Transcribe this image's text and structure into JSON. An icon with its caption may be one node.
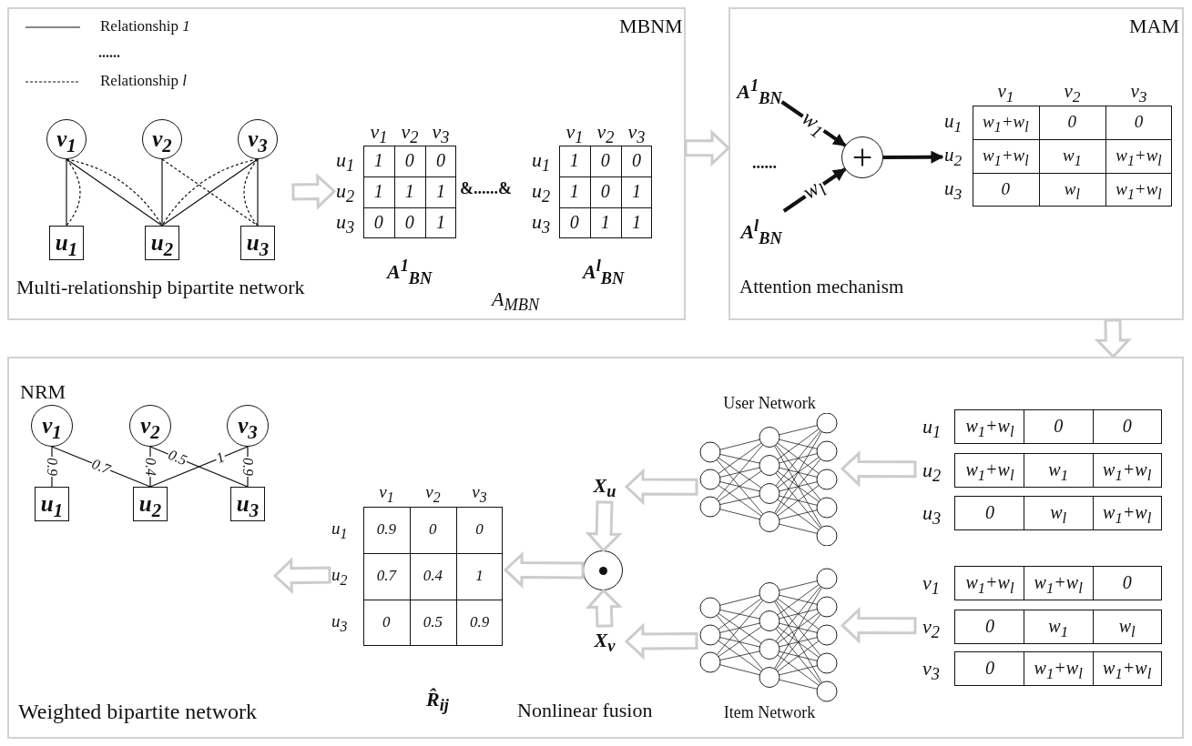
{
  "diagram": {
    "nodes": [
      {
        "text": [
          "MBNM"
        ]
      },
      {
        "text": [
          "MAM"
        ]
      },
      {
        "text": [
          "NRM"
        ]
      },
      {
        "text": [
          "v$_{1}$"
        ],
        "in": 0
      },
      {
        "text": [
          "v$_{2}$"
        ],
        "in": 0
      },
      {
        "text": [
          "v$_{3}$"
        ],
        "in": 0
      },
      {
        "text": [
          "u$_{1}$"
        ],
        "in": 0
      },
      {
        "text": [
          "u$_{2}$"
        ],
        "in": 0
      },
      {
        "text": [
          "u$_{3}$"
        ],
        "in": 0
      },
      {
        "text": [
          "v$_{1}$",
          "v$_{2}$",
          "v$_{3}$",
          "u$_{1}$",
          "1",
          "0",
          "0",
          "u$_{2}$",
          "1",
          "1",
          "1",
          "u$_{3}$",
          "0",
          "0",
          "1"
        ],
        "beside": [
          "A$^{1}$$_{BN}$"
        ],
        "in": 0
      },
      {
        "text": [
          "v$_{1}$",
          "v$_{2}$",
          "v$_{3}$",
          "u$_{1}$",
          "1",
          "0",
          "0",
          "u$_{2}$",
          "1",
          "0",
          "1",
          "u$_{3}$",
          "0",
          "1",
          "1"
        ],
        "beside": [
          "A$^{l}$$_{BN}$"
        ],
        "in": 0
      },
      {
        "text": [
          "A$^{1}$$_{BN}$"
        ],
        "in": 1
      },
      {
        "text": [
          "A$^{l}$$_{BN}$"
        ],
        "in": 1
      },
      {
        "text": [
          "+"
        ],
        "in": 1
      },
      {
        "text": [
          "v$_{1}$",
          "v$_{2}$",
          "v$_{3}$",
          "u$_{1}$",
          "w$_{1}$+w$_{l}$",
          "0",
          "0",
          "u$_{2}$",
          "w$_{1}$+w$_{l}$",
          "w$_{1}$",
          "w$_{1}$+w$_{l}$",
          "u$_{3}$",
          "0",
          "w$_{l}$",
          "w$_{1}$+w$_{l}$"
        ],
        "in": 1
      },
      {
        "text": [
          "v$_{1}$"
        ],
        "in": 2
      },
      {
        "text": [
          "v$_{2}$"
        ],
        "in": 2
      },
      {
        "text": [
          "v$_{3}$"
        ],
        "in": 2
      },
      {
        "text": [
          "u$_{1}$"
        ],
        "in": 2
      },
      {
        "text": [
          "u$_{2}$"
        ],
        "in": 2
      },
      {
        "text": [
          "u$_{3}$"
        ],
        "in": 2
      },
      {
        "text": [
          "v$_{1}$",
          "v$_{2}$",
          "v$_{3}$",
          "u$_{1}$",
          "0.9",
          "0",
          "0",
          "u$_{2}$",
          "0.7",
          "0.4",
          "1",
          "u$_{3}$",
          "0",
          "0.5",
          "0.9"
        ],
        "beside": [
          "R̂$_{ij}$"
        ],
        "in": 2
      },
      {
        "text": [],
        "shape": "circle",
        "in": 2
      },
      {
        "text": [
          "X$_{u}$"
        ],
        "in": 2
      },
      {
        "text": [
          "X$_{v}$"
        ],
        "in": 2
      },
      {
        "text": [
          "User Network"
        ],
        "in": 2
      },
      {
        "text": [
          "Item Network"
        ],
        "in": 2
      },
      {
        "text": [
          "u$_{1}$",
          "w$_{1}$+w$_{l}$",
          "0",
          "0",
          "u$_{2}$",
          "w$_{1}$+w$_{l}$",
          "w$_{1}$",
          "w$_{1}$+w$_{l}$",
          "u$_{3}$",
          "0",
          "w$_{l}$",
          "w$_{1}$+w$_{l}$"
        ],
        "in": 2
      },
      {
        "text": [
          "v$_{1}$",
          "w$_{1}$+w$_{l}$",
          "w$_{1}$+w$_{l}$",
          "0",
          "v$_{2}$",
          "0",
          "w$_{1}$",
          "w$_{l}$",
          "v$_{3}$",
          "0",
          "w$_{1}$+w$_{l}$",
          "w$_{1}$+w$_{l}$"
        ],
        "in": 2
      }
    ],
    "edges": [
      {
        "from": 3,
        "to": 6,
        "arrow": "none"
      },
      {
        "from": 3,
        "to": 7,
        "arrow": "none"
      },
      {
        "from": 4,
        "to": 7,
        "arrow": "none"
      },
      {
        "from": 5,
        "to": 7,
        "arrow": "none"
      },
      {
        "from": 5,
        "to": 8,
        "arrow": "none"
      },
      {
        "from": 3,
        "to": 6,
        "arrow": "none",
        "style": "dashed"
      },
      {
        "from": 3,
        "to": 7,
        "arrow": "none",
        "style": "dashed"
      },
      {
        "from": 4,
        "to": 8,
        "arrow": "none",
        "style": "dashed"
      },
      {
        "from": 5,
        "to": 7,
        "arrow": "none",
        "style": "dashed"
      },
      {
        "from": 5,
        "to": 8,
        "arrow": "none",
        "style": "dashed"
      },
      {
        "from": null,
        "to": 9,
        "arrow": "to",
        "style": "thick",
        "color": "#cccccc"
      },
      {
        "from": 0,
        "to": 1,
        "arrow": "to",
        "style": "thick",
        "color": "#cccccc"
      },
      {
        "from": 1,
        "to": 2,
        "arrow": "to",
        "style": "thick",
        "color": "#cccccc"
      },
      {
        "from": 11,
        "to": 13,
        "arrow": "to",
        "label": "w$_{1}$",
        "style": "thick"
      },
      {
        "from": 12,
        "to": 13,
        "arrow": "to",
        "label": "w$_{l}$",
        "style": "thick"
      },
      {
        "from": 13,
        "to": 14,
        "arrow": "to",
        "style": "thick"
      },
      {
        "from": 15,
        "to": 18,
        "arrow": "none",
        "label": "0.9"
      },
      {
        "from": 15,
        "to": 19,
        "arrow": "none",
        "label": "0.7"
      },
      {
        "from": 16,
        "to": 19,
        "arrow": "none",
        "label": "0.4"
      },
      {
        "from": 16,
        "to": 20,
        "arrow": "none",
        "label": "0.5"
      },
      {
        "from": 17,
        "to": 19,
        "arrow": "none",
        "label": "1"
      },
      {
        "from": 17,
        "to": 20,
        "arrow": "none",
        "label": "0.9"
      },
      {
        "from": 21,
        "to": null,
        "arrow": "to",
        "style": "thick",
        "color": "#cccccc"
      },
      {
        "from": 22,
        "to": 21,
        "arrow": "to",
        "style": "thick",
        "color": "#cccccc"
      },
      {
        "from": 23,
        "to": 22,
        "arrow": "to",
        "style": "thick",
        "color": "#cccccc"
      },
      {
        "from": 24,
        "to": 22,
        "arrow": "to",
        "style": "thick",
        "color": "#cccccc"
      },
      {
        "from": 25,
        "to": 23,
        "arrow": "to",
        "style": "thick",
        "color": "#cccccc"
      },
      {
        "from": 26,
        "to": 24,
        "arrow": "to",
        "style": "thick",
        "color": "#cccccc"
      },
      {
        "from": 27,
        "to": 25,
        "arrow": "to",
        "style": "thick",
        "color": "#cccccc"
      },
      {
        "from": 28,
        "to": 26,
        "arrow": "to",
        "style": "thick",
        "color": "#cccccc"
      }
    ],
    "labels": [
      "......",
      "Multi-relationship bipartite network",
      "&......&",
      "A$_{MBN}$",
      "......",
      "Attention mechanism",
      "Weighted bipartite network",
      "Nonlinear fusion"
    ],
    "legend": [
      {
        "text": "Relationship *1*"
      },
      {
        "text": "Relationship *l*"
      }
    ]
  }
}
